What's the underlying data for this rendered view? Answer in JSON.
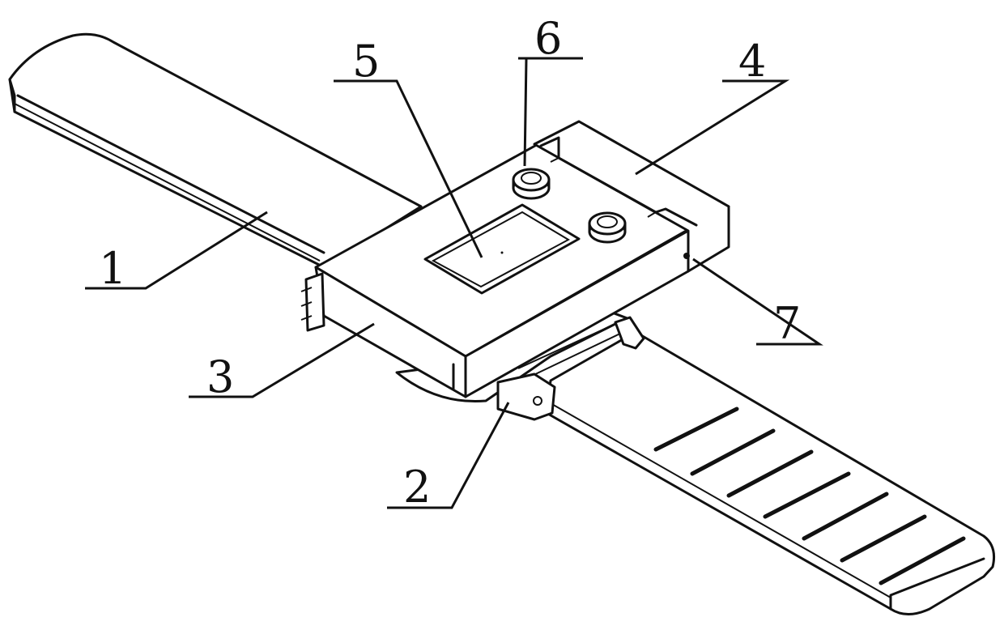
{
  "figure": {
    "labels": [
      "1",
      "2",
      "3",
      "4",
      "5",
      "6",
      "7"
    ]
  }
}
